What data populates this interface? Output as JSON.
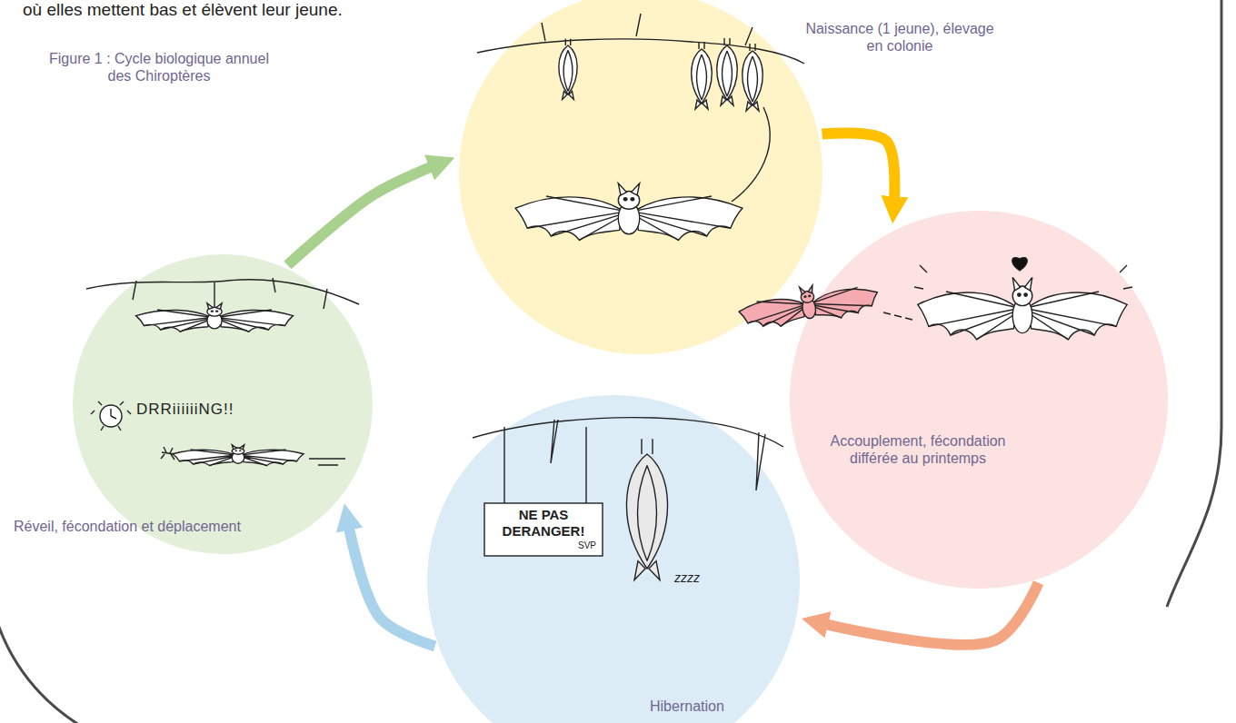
{
  "diagram": {
    "caption": "Figure 1 : Cycle biologique annuel des Chiroptères",
    "nodes": [
      {
        "text": [
          "Naissance (1 jeune), élevage en colonie"
        ]
      },
      {
        "text": [
          "Réveil, fécondation et déplacement"
        ]
      },
      {
        "text": [
          "Accouplement, fécondation différée au printemps"
        ]
      },
      {
        "text": [
          "Hibernation"
        ]
      }
    ],
    "edges": [
      {
        "from": 1,
        "to": 0,
        "arrow": "to"
      },
      {
        "from": 0,
        "to": 2,
        "arrow": "to"
      },
      {
        "from": 2,
        "to": 3,
        "arrow": "to"
      },
      {
        "from": 3,
        "to": 1,
        "arrow": "to"
      }
    ],
    "labels": [
      "où elles mettent bas et élèvent leur jeune.",
      "DRRiiiiiiNG!!",
      "NE PAS DERANGER!",
      "SVP",
      "zzzz"
    ]
  }
}
